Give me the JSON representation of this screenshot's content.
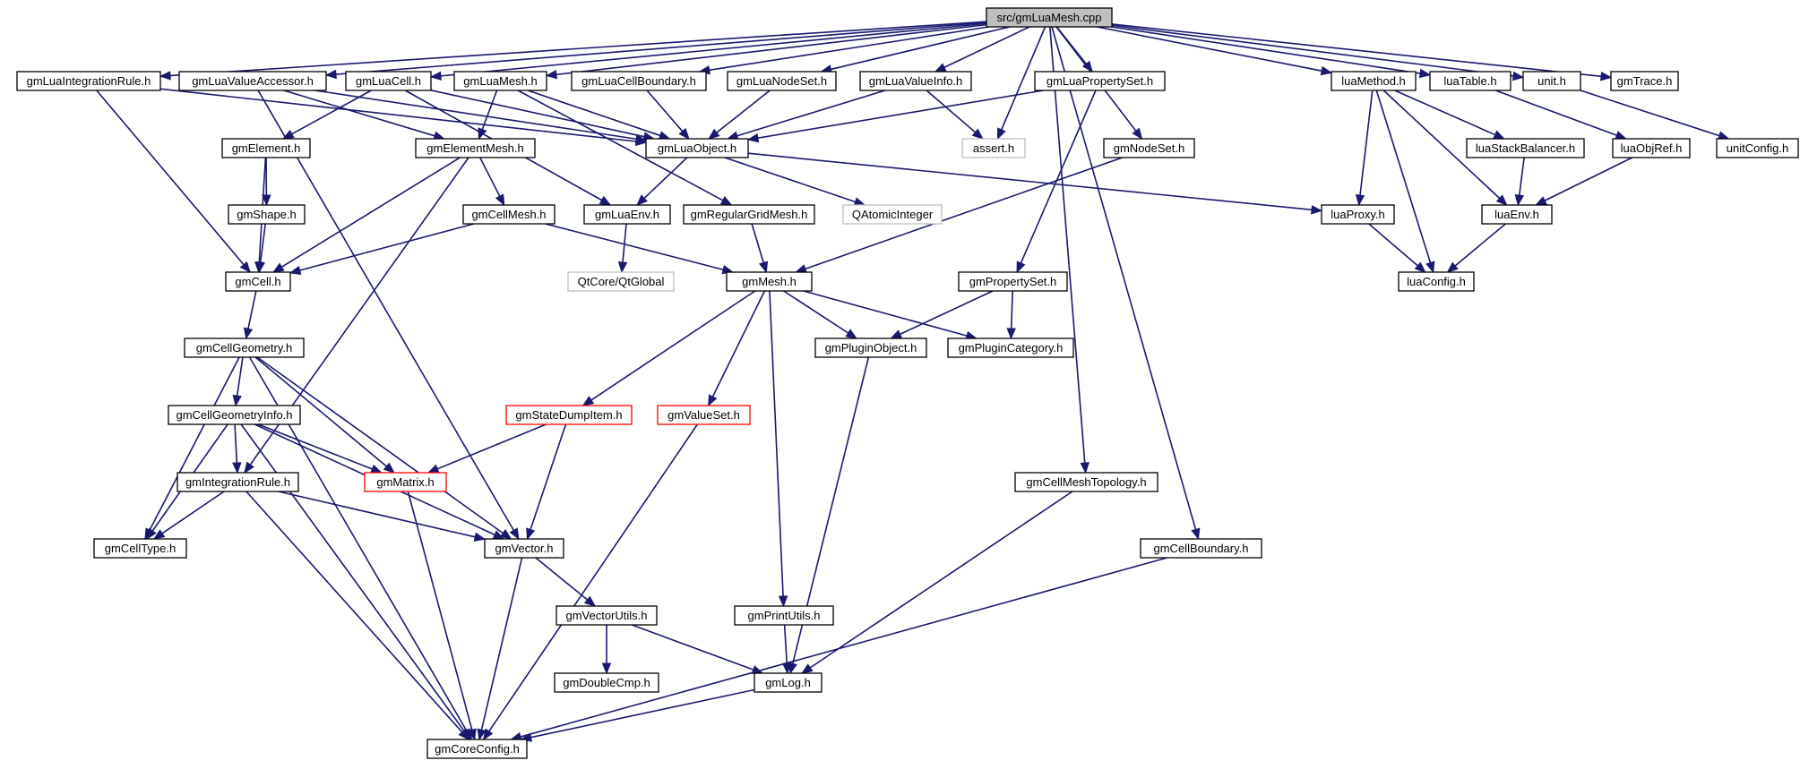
{
  "diagram": {
    "colors": {
      "edge": "#191970",
      "border_normal": "#000000",
      "border_truncated": "#ff0000",
      "border_external": "#bfbfbf",
      "fill_root": "#bfbfbf",
      "fill_normal": "#ffffff"
    },
    "nodes": [
      {
        "id": "root",
        "label": "src/gmLuaMesh.cpp",
        "kind": "root"
      },
      {
        "id": "integRule",
        "label": "gmLuaIntegrationRule.h",
        "kind": "normal"
      },
      {
        "id": "valueAcc",
        "label": "gmLuaValueAccessor.h",
        "kind": "normal"
      },
      {
        "id": "luaCell",
        "label": "gmLuaCell.h",
        "kind": "normal"
      },
      {
        "id": "luaMesh",
        "label": "gmLuaMesh.h",
        "kind": "normal"
      },
      {
        "id": "cellBoundary",
        "label": "gmLuaCellBoundary.h",
        "kind": "normal"
      },
      {
        "id": "nodeSetLua",
        "label": "gmLuaNodeSet.h",
        "kind": "normal"
      },
      {
        "id": "valueInfo",
        "label": "gmLuaValueInfo.h",
        "kind": "normal"
      },
      {
        "id": "propSetLua",
        "label": "gmLuaPropertySet.h",
        "kind": "normal"
      },
      {
        "id": "luaMethod",
        "label": "luaMethod.h",
        "kind": "normal"
      },
      {
        "id": "luaTable",
        "label": "luaTable.h",
        "kind": "normal"
      },
      {
        "id": "unit",
        "label": "unit.h",
        "kind": "normal"
      },
      {
        "id": "trace",
        "label": "gmTrace.h",
        "kind": "normal"
      },
      {
        "id": "element",
        "label": "gmElement.h",
        "kind": "normal"
      },
      {
        "id": "elementMesh",
        "label": "gmElementMesh.h",
        "kind": "normal"
      },
      {
        "id": "luaObject",
        "label": "gmLuaObject.h",
        "kind": "normal"
      },
      {
        "id": "assert",
        "label": "assert.h",
        "kind": "external"
      },
      {
        "id": "nodeSet",
        "label": "gmNodeSet.h",
        "kind": "normal"
      },
      {
        "id": "stackBal",
        "label": "luaStackBalancer.h",
        "kind": "normal"
      },
      {
        "id": "objRef",
        "label": "luaObjRef.h",
        "kind": "normal"
      },
      {
        "id": "unitConfig",
        "label": "unitConfig.h",
        "kind": "normal"
      },
      {
        "id": "shape",
        "label": "gmShape.h",
        "kind": "normal"
      },
      {
        "id": "cellMesh",
        "label": "gmCellMesh.h",
        "kind": "normal"
      },
      {
        "id": "luaEnvGm",
        "label": "gmLuaEnv.h",
        "kind": "normal"
      },
      {
        "id": "regGrid",
        "label": "gmRegularGridMesh.h",
        "kind": "normal"
      },
      {
        "id": "qatomic",
        "label": "QAtomicInteger",
        "kind": "external"
      },
      {
        "id": "luaProxy",
        "label": "luaProxy.h",
        "kind": "normal"
      },
      {
        "id": "luaEnv",
        "label": "luaEnv.h",
        "kind": "normal"
      },
      {
        "id": "cell",
        "label": "gmCell.h",
        "kind": "normal"
      },
      {
        "id": "qtglobal",
        "label": "QtCore/QtGlobal",
        "kind": "external"
      },
      {
        "id": "mesh",
        "label": "gmMesh.h",
        "kind": "normal"
      },
      {
        "id": "propSet",
        "label": "gmPropertySet.h",
        "kind": "normal"
      },
      {
        "id": "luaConfig",
        "label": "luaConfig.h",
        "kind": "normal"
      },
      {
        "id": "cellGeom",
        "label": "gmCellGeometry.h",
        "kind": "normal"
      },
      {
        "id": "pluginObj",
        "label": "gmPluginObject.h",
        "kind": "normal"
      },
      {
        "id": "pluginCat",
        "label": "gmPluginCategory.h",
        "kind": "normal"
      },
      {
        "id": "cellGeomInfo",
        "label": "gmCellGeometryInfo.h",
        "kind": "normal"
      },
      {
        "id": "stateDump",
        "label": "gmStateDumpItem.h",
        "kind": "truncated"
      },
      {
        "id": "valueSet",
        "label": "gmValueSet.h",
        "kind": "truncated"
      },
      {
        "id": "integRuleGm",
        "label": "gmIntegrationRule.h",
        "kind": "normal"
      },
      {
        "id": "matrix",
        "label": "gmMatrix.h",
        "kind": "truncated"
      },
      {
        "id": "cellMeshTopo",
        "label": "gmCellMeshTopology.h",
        "kind": "normal"
      },
      {
        "id": "cellType",
        "label": "gmCellType.h",
        "kind": "normal"
      },
      {
        "id": "vector",
        "label": "gmVector.h",
        "kind": "normal"
      },
      {
        "id": "cellBoundGm",
        "label": "gmCellBoundary.h",
        "kind": "normal"
      },
      {
        "id": "vectorUtils",
        "label": "gmVectorUtils.h",
        "kind": "normal"
      },
      {
        "id": "printUtils",
        "label": "gmPrintUtils.h",
        "kind": "normal"
      },
      {
        "id": "doubleCmp",
        "label": "gmDoubleCmp.h",
        "kind": "normal"
      },
      {
        "id": "log",
        "label": "gmLog.h",
        "kind": "normal"
      },
      {
        "id": "coreConfig",
        "label": "gmCoreConfig.h",
        "kind": "normal"
      }
    ],
    "edges": [
      [
        "root",
        "integRule"
      ],
      [
        "root",
        "valueAcc"
      ],
      [
        "root",
        "luaCell"
      ],
      [
        "root",
        "luaMesh"
      ],
      [
        "root",
        "cellBoundary"
      ],
      [
        "root",
        "nodeSetLua"
      ],
      [
        "root",
        "valueInfo"
      ],
      [
        "root",
        "propSetLua"
      ],
      [
        "root",
        "assert"
      ],
      [
        "root",
        "nodeSet"
      ],
      [
        "root",
        "cellMeshTopo"
      ],
      [
        "root",
        "cellBoundGm"
      ],
      [
        "root",
        "luaMethod"
      ],
      [
        "root",
        "luaTable"
      ],
      [
        "root",
        "unit"
      ],
      [
        "root",
        "trace"
      ],
      [
        "integRule",
        "luaObject"
      ],
      [
        "integRule",
        "cell"
      ],
      [
        "valueAcc",
        "luaObject"
      ],
      [
        "valueAcc",
        "elementMesh"
      ],
      [
        "valueAcc",
        "vector"
      ],
      [
        "luaCell",
        "element"
      ],
      [
        "luaCell",
        "luaObject"
      ],
      [
        "luaCell",
        "luaEnvGm"
      ],
      [
        "luaMesh",
        "elementMesh"
      ],
      [
        "luaMesh",
        "luaObject"
      ],
      [
        "luaMesh",
        "regGrid"
      ],
      [
        "cellBoundary",
        "luaObject"
      ],
      [
        "nodeSetLua",
        "luaObject"
      ],
      [
        "valueInfo",
        "luaObject"
      ],
      [
        "valueInfo",
        "assert"
      ],
      [
        "propSetLua",
        "luaObject"
      ],
      [
        "propSetLua",
        "propSet"
      ],
      [
        "element",
        "shape"
      ],
      [
        "element",
        "cell"
      ],
      [
        "elementMesh",
        "cellMesh"
      ],
      [
        "elementMesh",
        "cell"
      ],
      [
        "elementMesh",
        "integRuleGm"
      ],
      [
        "luaObject",
        "luaEnvGm"
      ],
      [
        "luaObject",
        "qatomic"
      ],
      [
        "luaObject",
        "luaProxy"
      ],
      [
        "nodeSet",
        "mesh"
      ],
      [
        "luaMethod",
        "luaProxy"
      ],
      [
        "luaMethod",
        "luaConfig"
      ],
      [
        "luaMethod",
        "stackBal"
      ],
      [
        "luaMethod",
        "luaEnv"
      ],
      [
        "luaTable",
        "objRef"
      ],
      [
        "unit",
        "unitConfig"
      ],
      [
        "stackBal",
        "luaEnv"
      ],
      [
        "objRef",
        "luaEnv"
      ],
      [
        "shape",
        "cell"
      ],
      [
        "cellMesh",
        "cell"
      ],
      [
        "cellMesh",
        "mesh"
      ],
      [
        "luaEnvGm",
        "qtglobal"
      ],
      [
        "regGrid",
        "mesh"
      ],
      [
        "luaProxy",
        "luaConfig"
      ],
      [
        "luaEnv",
        "luaConfig"
      ],
      [
        "cell",
        "cellGeom"
      ],
      [
        "mesh",
        "pluginObj"
      ],
      [
        "mesh",
        "pluginCat"
      ],
      [
        "mesh",
        "stateDump"
      ],
      [
        "mesh",
        "valueSet"
      ],
      [
        "mesh",
        "printUtils"
      ],
      [
        "propSet",
        "pluginObj"
      ],
      [
        "propSet",
        "pluginCat"
      ],
      [
        "cellGeom",
        "cellGeomInfo"
      ],
      [
        "cellGeom",
        "cellType"
      ],
      [
        "cellGeom",
        "matrix"
      ],
      [
        "cellGeom",
        "vector"
      ],
      [
        "cellGeom",
        "coreConfig"
      ],
      [
        "cellGeomInfo",
        "integRuleGm"
      ],
      [
        "cellGeomInfo",
        "matrix"
      ],
      [
        "cellGeomInfo",
        "cellType"
      ],
      [
        "cellGeomInfo",
        "vector"
      ],
      [
        "cellGeomInfo",
        "coreConfig"
      ],
      [
        "stateDump",
        "matrix"
      ],
      [
        "stateDump",
        "vector"
      ],
      [
        "valueSet",
        "coreConfig"
      ],
      [
        "integRuleGm",
        "cellType"
      ],
      [
        "integRuleGm",
        "vector"
      ],
      [
        "integRuleGm",
        "coreConfig"
      ],
      [
        "matrix",
        "coreConfig"
      ],
      [
        "pluginObj",
        "log"
      ],
      [
        "cellMeshTopo",
        "log"
      ],
      [
        "vector",
        "vectorUtils"
      ],
      [
        "vector",
        "coreConfig"
      ],
      [
        "cellBoundGm",
        "coreConfig"
      ],
      [
        "vectorUtils",
        "doubleCmp"
      ],
      [
        "vectorUtils",
        "log"
      ],
      [
        "printUtils",
        "log"
      ],
      [
        "log",
        "coreConfig"
      ]
    ]
  }
}
